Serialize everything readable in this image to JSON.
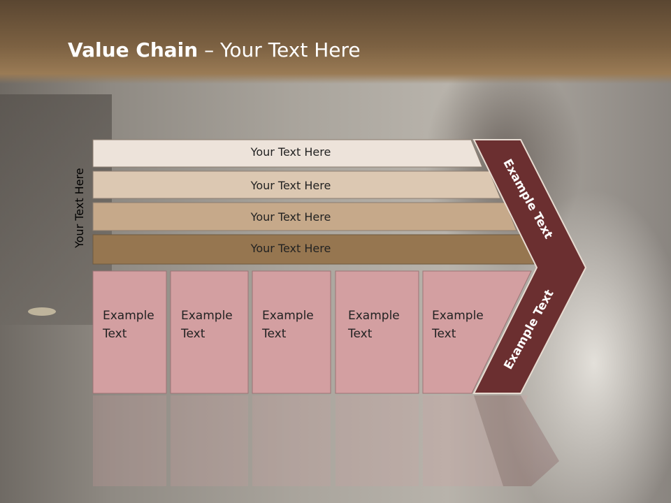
{
  "title": {
    "bold": "Value Chain",
    "rest": " – Your Text Here"
  },
  "side_label": "Your Text Here",
  "bars": [
    {
      "label": "Your Text Here",
      "color": "#ede3da"
    },
    {
      "label": "Your Text Here",
      "color": "#dcc8b2"
    },
    {
      "label": "Your Text Here",
      "color": "#c6a98a"
    },
    {
      "label": "Your Text Here",
      "color": "#967650"
    }
  ],
  "boxes": [
    {
      "line1": "Example",
      "line2": "Text"
    },
    {
      "line1": "Example",
      "line2": "Text"
    },
    {
      "line1": "Example",
      "line2": "Text"
    },
    {
      "line1": "Example",
      "line2": "Text"
    },
    {
      "line1": "Example",
      "line2": "Text"
    }
  ],
  "arrow_upper": "Example Text",
  "arrow_lower": "Example Text",
  "colors": {
    "box": "#d39fa1",
    "arrow": "#6b2f30",
    "header": "#7c6142"
  }
}
